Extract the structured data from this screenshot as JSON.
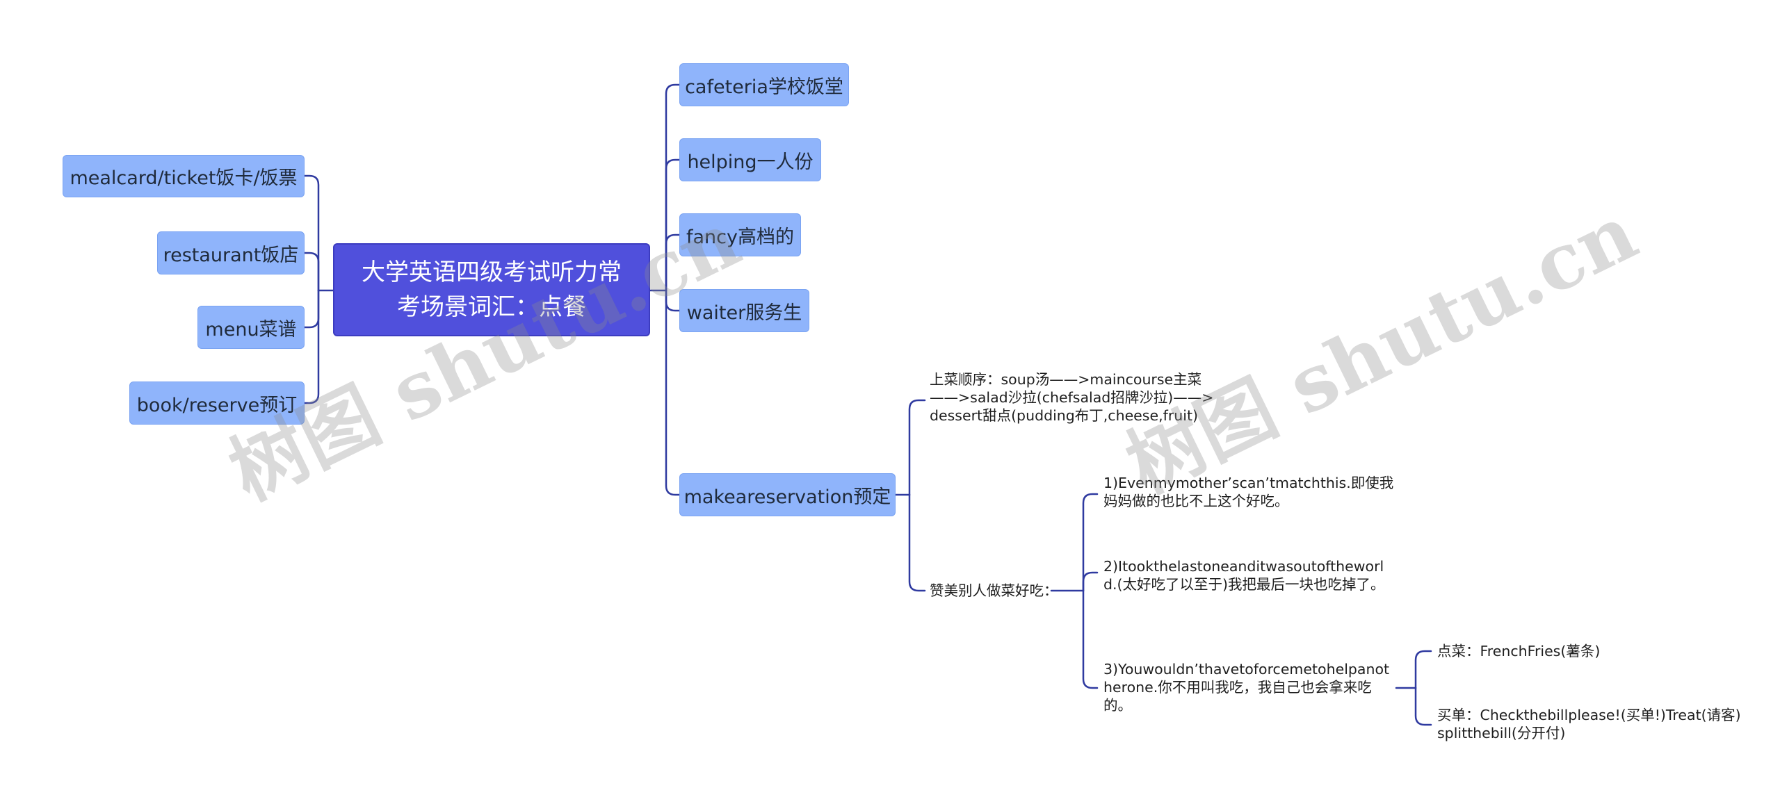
{
  "root": {
    "line1": "大学英语四级考试听力常",
    "line2": "考场景词汇：点餐"
  },
  "left_nodes": [
    {
      "label": "mealcard/ticket饭卡/饭票"
    },
    {
      "label": "restaurant饭店"
    },
    {
      "label": "menu菜谱"
    },
    {
      "label": "book/reserve预订"
    }
  ],
  "right_nodes": [
    {
      "label": "cafeteria学校饭堂"
    },
    {
      "label": "helping一人份"
    },
    {
      "label": "fancy高档的"
    },
    {
      "label": "waiter服务生"
    },
    {
      "label": "makeareservation预定"
    }
  ],
  "reservation": {
    "serving_order": "上菜顺序：soup汤——>maincourse主菜——>salad沙拉(chefsalad招牌沙拉)——>dessert甜点(pudding布丁,cheese,fruit)",
    "praise_label": "赞美别人做菜好吃：",
    "praise_items": [
      {
        "text": "1)Evenmymother’scan’tmatchthis.即使我妈妈做的也比不上这个好吃。"
      },
      {
        "text": "2)Itookthelastoneanditwasoutoftheworld.(太好吃了以至于)我把最后一块也吃掉了。"
      },
      {
        "text": "3)Youwouldn’thavetoforcemetohelpanotherone.你不用叫我吃，我自己也会拿来吃的。"
      }
    ],
    "order_items": [
      {
        "text": "点菜：FrenchFries(薯条)"
      },
      {
        "text": "买单：Checkthebillplease!(买单!)Treat(请客)splitthebill(分开付)"
      }
    ]
  },
  "watermark": {
    "text": "树图 shutu.cn"
  },
  "colors": {
    "root_fill": "#5050dc",
    "node_fill": "#8fb4fb",
    "line": "#2f3aa0",
    "watermark": "#8c8c8c"
  }
}
